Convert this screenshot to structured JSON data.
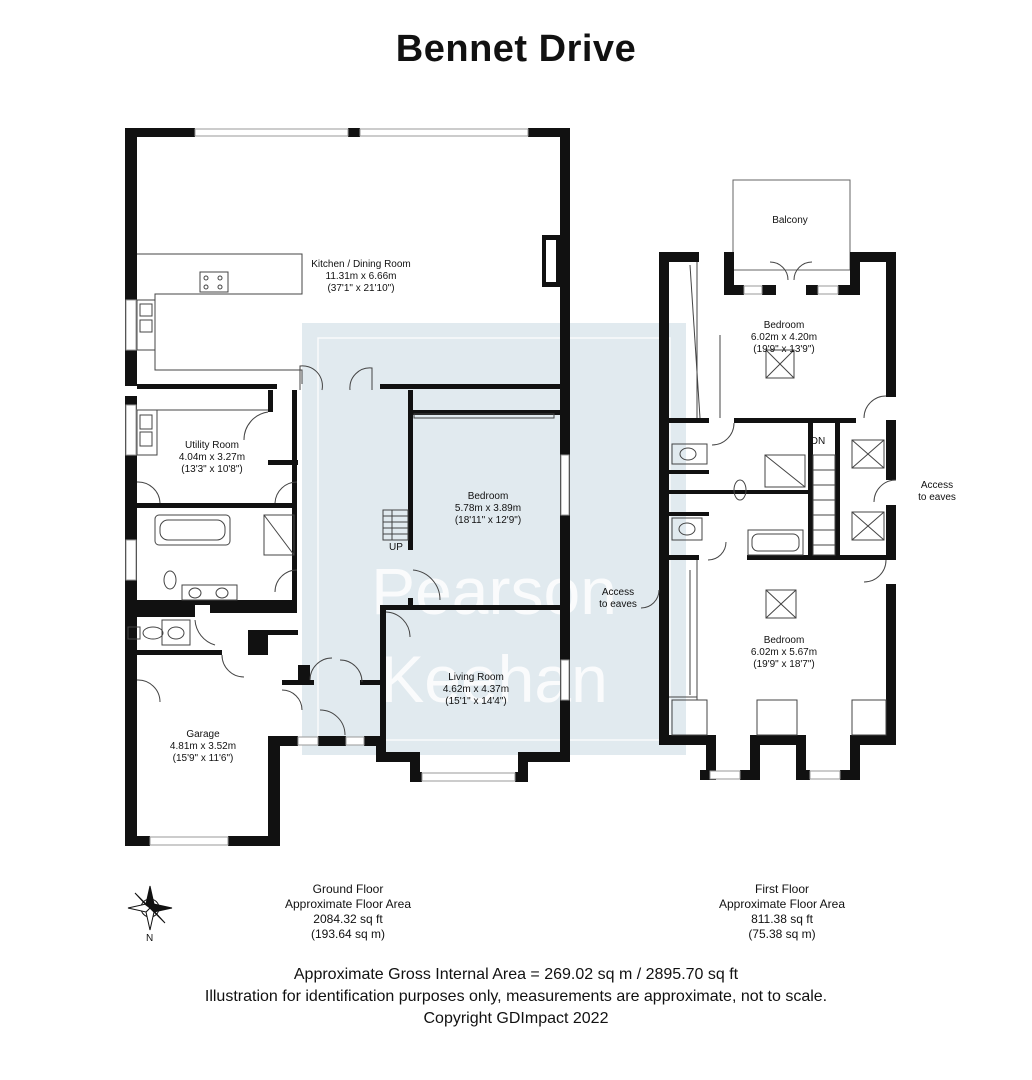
{
  "title": "Bennet Drive",
  "watermark": {
    "line1": "Pearson",
    "line2": "Keehan"
  },
  "rooms": [
    {
      "id": "kitchen",
      "name": "Kitchen / Dining Room",
      "metric": "11.31m x 6.66m",
      "imperial": "(37'1\" x 21'10\")"
    },
    {
      "id": "utility",
      "name": "Utility Room",
      "metric": "4.04m x 3.27m",
      "imperial": "(13'3\" x 10'8\")"
    },
    {
      "id": "bedroom_ground",
      "name": "Bedroom",
      "metric": "5.78m x 3.89m",
      "imperial": "(18'11\" x 12'9\")"
    },
    {
      "id": "living",
      "name": "Living Room",
      "metric": "4.62m x 4.37m",
      "imperial": "(15'1\" x 14'4\")"
    },
    {
      "id": "garage",
      "name": "Garage",
      "metric": "4.81m x 3.52m",
      "imperial": "(15'9\" x 11'6\")"
    },
    {
      "id": "bedroom_first_top",
      "name": "Bedroom",
      "metric": "6.02m x 4.20m",
      "imperial": "(19'9\" x 13'9\")"
    },
    {
      "id": "bedroom_first_bottom",
      "name": "Bedroom",
      "metric": "6.02m x 5.67m",
      "imperial": "(19'9\" x 18'7\")"
    }
  ],
  "annotations": {
    "balcony": "Balcony",
    "up": "UP",
    "dn": "DN",
    "access_eaves_left": {
      "line1": "Access",
      "line2": "to eaves"
    },
    "access_eaves_right": {
      "line1": "Access",
      "line2": "to eaves"
    },
    "compass_n": "N"
  },
  "floors": {
    "ground": {
      "name": "Ground Floor",
      "label": "Approximate Floor Area",
      "sqft": "2084.32 sq ft",
      "sqm": "(193.64 sq m)"
    },
    "first": {
      "name": "First Floor",
      "label": "Approximate Floor Area",
      "sqft": "811.38 sq ft",
      "sqm": "(75.38 sq m)"
    }
  },
  "footer": {
    "gross_area": "Approximate Gross Internal Area = 269.02 sq m / 2895.70 sq ft",
    "disclaimer": "Illustration for identification purposes only, measurements are approximate, not to scale.",
    "copyright": "Copyright GDImpact 2022"
  },
  "colors": {
    "wall": "#111111",
    "watermark_fill": "#c8d8e2",
    "watermark_text": "#ffffff",
    "window": "#bbbbbb"
  }
}
